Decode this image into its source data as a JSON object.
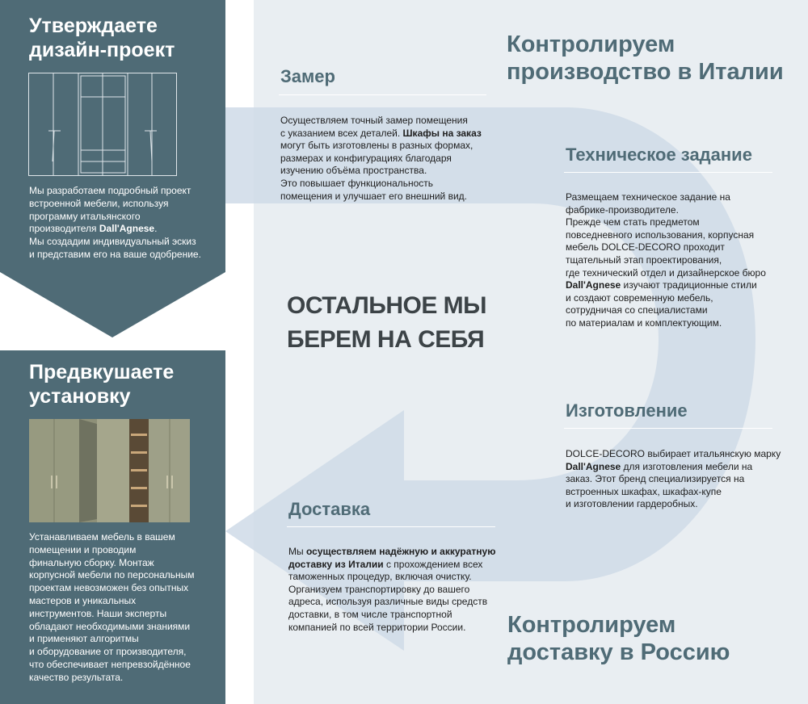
{
  "left_top": {
    "title_line1": "Утверждаете",
    "title_line2": "дизайн-проект",
    "text": [
      {
        "t": "Мы разработаем подробный проект"
      },
      {
        "t": "встроенной мебели, используя"
      },
      {
        "t": "программу итальянского"
      },
      {
        "t": "производителя ",
        "b": "Dall'Agnese",
        "a": "."
      },
      {
        "t": "Мы создадим индивидуальный эскиз"
      },
      {
        "t": "и представим его на ваше одобрение."
      }
    ],
    "sketch_image": "wardrobe-sketch-drawing"
  },
  "left_bottom": {
    "title_line1": "Предвкушаете",
    "title_line2": "установку",
    "text": [
      "Устанавливаем мебель в вашем",
      "помещении и проводим",
      "финальную сборку. Монтаж",
      "корпусной мебели по персональным",
      "проектам невозможен без опытных",
      "мастеров и уникальных",
      "инструментов. Наши эксперты",
      "обладают необходимыми знаниями",
      "и применяют алгоритмы",
      "и оборудование от производителя,",
      "что обеспечивает непревзойдённое",
      "качество результата."
    ],
    "photo_image": "wardrobe-photo"
  },
  "headings": {
    "italy_line1": "Контролируем",
    "italy_line2": "производство в Италии",
    "russia_line1": "Контролируем",
    "russia_line2": "доставку в Россию"
  },
  "slogan": {
    "line1": "ОСТАЛЬНОЕ МЫ",
    "line2": "БЕРЕМ НА СЕБЯ"
  },
  "zamer": {
    "title": "Замер",
    "text": [
      {
        "t": "Осуществляем точный замер помещения"
      },
      {
        "t": "с указанием всех деталей. ",
        "b": "Шкафы на заказ"
      },
      {
        "t": "могут быть изготовлены в разных формах,"
      },
      {
        "t": "размерах и конфигурациях благодаря"
      },
      {
        "t": "изучению объёма пространства."
      },
      {
        "t": "Это повышает функциональность"
      },
      {
        "t": "помещения и улучшает его внешний вид."
      }
    ]
  },
  "tz": {
    "title": "Техническое задание",
    "text": [
      {
        "t": "Размещаем техническое задание на"
      },
      {
        "t": "фабрике-производителе."
      },
      {
        "t": "Прежде чем стать предметом"
      },
      {
        "t": "повседневного использования, корпусная"
      },
      {
        "t": "мебель DOLCE-DECORO проходит"
      },
      {
        "t": "тщательный этап проектирования,"
      },
      {
        "t": "где технический отдел и дизайнерское бюро"
      },
      {
        "t": "",
        "b": "Dall'Agnese",
        "a": " изучают традиционные стили"
      },
      {
        "t": "и создают современную мебель,"
      },
      {
        "t": "сотрудничая со специалистами"
      },
      {
        "t": "по материалам и комплектующим."
      }
    ]
  },
  "izg": {
    "title": "Изготовление",
    "text": [
      {
        "t": "DOLCE-DECORO выбирает итальянскую марку"
      },
      {
        "t": "",
        "b": "Dall'Agnese",
        "a": " для изготовления мебели на"
      },
      {
        "t": "заказ.  Этот бренд специализируется на"
      },
      {
        "t": "встроенных шкафах, шкафах-купе"
      },
      {
        "t": "и изготовлении гардеробных."
      }
    ]
  },
  "dostavka": {
    "title": "Доставка",
    "text": [
      {
        "t": "Мы ",
        "b": "осуществляем надёжную и аккуратную"
      },
      {
        "t": "",
        "b": "доставку из Италии",
        "a": " с прохождением всех"
      },
      {
        "t": "таможенных процедур, включая очистку."
      },
      {
        "t": "Организуем транспортировку до вашего"
      },
      {
        "t": "адреса, используя различные виды средств"
      },
      {
        "t": "доставки, в том числе транспортной"
      },
      {
        "t": "компанией по всей территории России."
      }
    ]
  },
  "colors": {
    "panel": "#4f6b76",
    "background": "#e9eef2",
    "arrow": "#cfdbe8"
  }
}
